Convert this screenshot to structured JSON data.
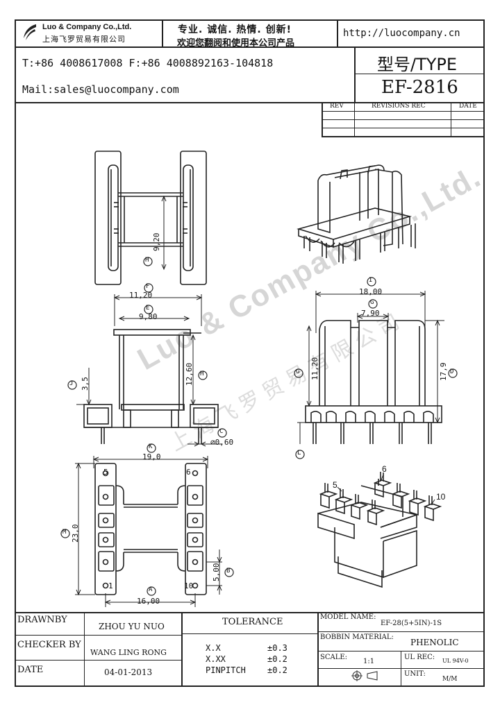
{
  "header": {
    "company_en": "Luo & Company Co.,Ltd.",
    "company_cn": "上海飞罗贸易有限公司",
    "slogan_line1": "专业. 诚信. 热情. 创新!",
    "slogan_line2": "欢迎您翻阅和使用本公司产品",
    "website": "http://luocompany.cn",
    "contact_phone": "T:+86 4008617008 F:+86 4008892163-104818",
    "contact_mail": "Mail:sales@luocompany.com",
    "type_label": "型号/TYPE",
    "type_value": "EF-2816"
  },
  "revisions": {
    "col_rev": "REV",
    "col_rec": "REVISIONS REC",
    "col_date": "DATE"
  },
  "dimensions": {
    "H": "9,20",
    "F": "11,20",
    "E": "9,80",
    "J": "3,5",
    "H2": "12,60",
    "C": "⌀0,60",
    "I": "18,00",
    "G": "7,90",
    "G2": "11,20",
    "D": "17,9",
    "K": "19,0",
    "M": "23,0",
    "B": "5,00",
    "A": "16,00"
  },
  "letters": {
    "H": "H",
    "F": "F",
    "E": "E",
    "J": "J",
    "C": "C",
    "I": "I",
    "G": "G",
    "D": "D",
    "L": "L",
    "K": "K",
    "M": "M",
    "B": "B",
    "A": "A"
  },
  "pins": {
    "p1": "1",
    "p5": "5",
    "p6": "6",
    "p10": "10",
    "iso_5": "5",
    "iso_6": "6",
    "iso_10": "10"
  },
  "watermark": {
    "text_en": "Luo & Company Co.,Ltd.",
    "text_cn": "上海飞罗贸易有限公司"
  },
  "title_block": {
    "drawnby_label": "DRAWNBY",
    "drawnby_value": "ZHOU YU NUO",
    "checker_label": "CHECKER BY",
    "checker_value": "WANG LING RONG",
    "date_label": "DATE",
    "date_value": "04-01-2013",
    "tolerance_label": "TOLERANCE",
    "tol_xx_label": "X.X",
    "tol_xx_value": "±0.3",
    "tol_xxx_label": "X.XX",
    "tol_xxx_value": "±0.2",
    "tol_pin_label": "PINPITCH",
    "tol_pin_value": "±0.2",
    "model_label": "MODEL NAME:",
    "model_value": "EF-28(5+5IN)-1S",
    "bobbin_label": "BOBBIN MATERIAL:",
    "bobbin_value": "PHENOLIC",
    "scale_label": "SCALE:",
    "scale_value": "1:1",
    "ul_label": "UL REC:",
    "ul_value": "UL 94V-0",
    "unit_label": "UNIT:",
    "unit_value": "M/M"
  }
}
